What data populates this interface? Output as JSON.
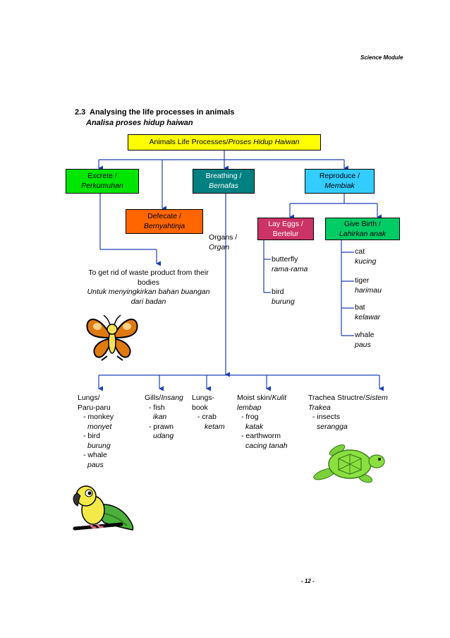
{
  "header": {
    "module": "Science Module"
  },
  "section": {
    "title": "2.3  Analysing the life processes in animals",
    "subtitle": "Analisa proses hidup haiwan"
  },
  "root": {
    "en": "Animals Life Processes/",
    "ms": "Proses Hidup Haiwan",
    "color": "#ffff00"
  },
  "excrete": {
    "en": "Excrete /",
    "ms": "Perkumuhan",
    "color": "#00e600"
  },
  "breathing": {
    "en": "Breathing /",
    "ms": "Bernafas",
    "color": "#008080"
  },
  "reproduce": {
    "en": "Reproduce /",
    "ms": "Membiak",
    "color": "#33ccff"
  },
  "defecate": {
    "en": "Defecate /",
    "ms": "Bernyahtinja",
    "color": "#ff6600"
  },
  "lay_eggs": {
    "en": "Lay Eggs /",
    "ms": "Bertelur",
    "color": "#cc3366"
  },
  "give_birth": {
    "en": "Give Birth /",
    "ms": "Lahirkan anak",
    "color": "#00cc66"
  },
  "organs": {
    "en": "Organs /",
    "ms": "Organ"
  },
  "waste": {
    "line1": "To get rid of waste product from their",
    "line2": "bodies",
    "line3": "Untuk menyingkirkan bahan buangan",
    "line4": "dari badan"
  },
  "egg_animals": [
    {
      "en": "butterfly",
      "ms": "rama-rama"
    },
    {
      "en": "bird",
      "ms": "burung"
    }
  ],
  "birth_animals": [
    {
      "en": "cat",
      "ms": "kucing"
    },
    {
      "en": "tiger",
      "ms": "harimau"
    },
    {
      "en": "bat",
      "ms": "kelawar"
    },
    {
      "en": "whale",
      "ms": "paus"
    }
  ],
  "organ_types": {
    "lungs": {
      "h1": "Lungs/",
      "h2": "Paru-paru",
      "items": [
        {
          "en": "- monkey",
          "ms": "monyet"
        },
        {
          "en": "- bird",
          "ms": "burung"
        },
        {
          "en": "- whale",
          "ms": "paus"
        }
      ]
    },
    "gills": {
      "h1a": "Gills/",
      "h1b": "Insang",
      "items": [
        {
          "en": "- fish",
          "ms": "ikan"
        },
        {
          "en": "- prawn",
          "ms": "udang"
        }
      ]
    },
    "book_lungs": {
      "h1": "Lungs-",
      "h2": "book",
      "items": [
        {
          "en": "- crab",
          "ms": "ketam"
        }
      ]
    },
    "skin": {
      "h1a": "Moist skin/",
      "h1b": "Kulit",
      "h2": "lembap",
      "items": [
        {
          "en": "- frog",
          "ms": "katak"
        },
        {
          "en": "- earthworm",
          "ms": "cacing tanah"
        }
      ]
    },
    "trachea": {
      "h1a": "Trachea Structre/",
      "h1b": "Sistem",
      "h2": "Trakea",
      "items": [
        {
          "en": "- insects",
          "ms": "serangga"
        }
      ]
    }
  },
  "footer": {
    "page": "- 12 -"
  }
}
